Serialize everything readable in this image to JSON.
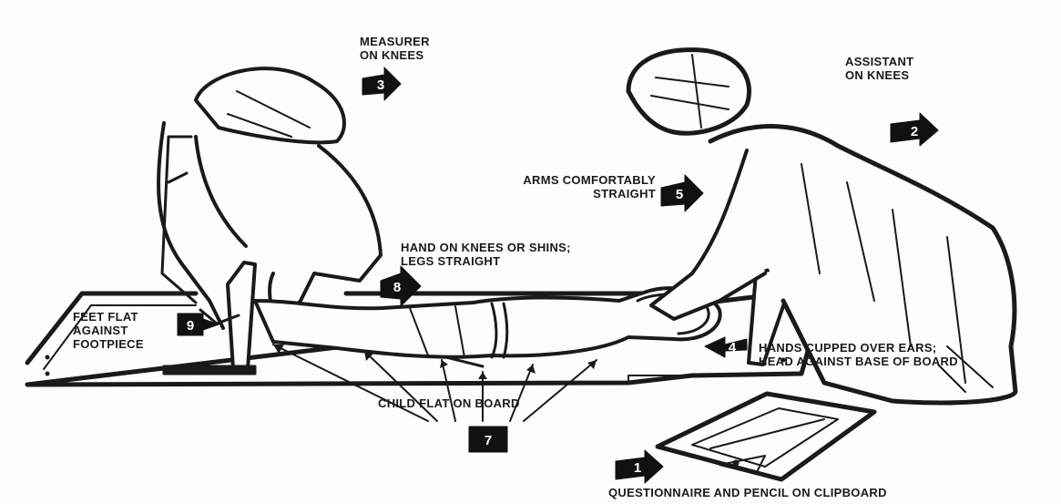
{
  "labels": {
    "step1": {
      "number": "1",
      "lines": [
        "QUESTIONNAIRE AND PENCIL ON CLIPBOARD"
      ]
    },
    "step2": {
      "number": "2",
      "lines": [
        "ASSISTANT",
        "ON KNEES"
      ]
    },
    "step3": {
      "number": "3",
      "lines": [
        "MEASURER",
        "ON KNEES"
      ]
    },
    "step4": {
      "number": "4",
      "lines": [
        "HANDS CUPPED OVER EARS;",
        "HEAD AGAINST BASE OF BOARD"
      ]
    },
    "step5": {
      "number": "5",
      "lines": [
        "ARMS COMFORTABLY",
        "STRAIGHT"
      ]
    },
    "step7": {
      "number": "7",
      "lines": [
        "CHILD FLAT ON BOARD"
      ]
    },
    "step8": {
      "number": "8",
      "lines": [
        "HAND ON KNEES OR SHINS;",
        "LEGS STRAIGHT"
      ]
    },
    "step9": {
      "number": "9",
      "lines": [
        "FEET FLAT",
        "AGAINST",
        "FOOTPIECE"
      ]
    }
  },
  "colors": {
    "ink": "#1a1a1a",
    "paper": "#fdfdfb",
    "badge": "#111111"
  }
}
